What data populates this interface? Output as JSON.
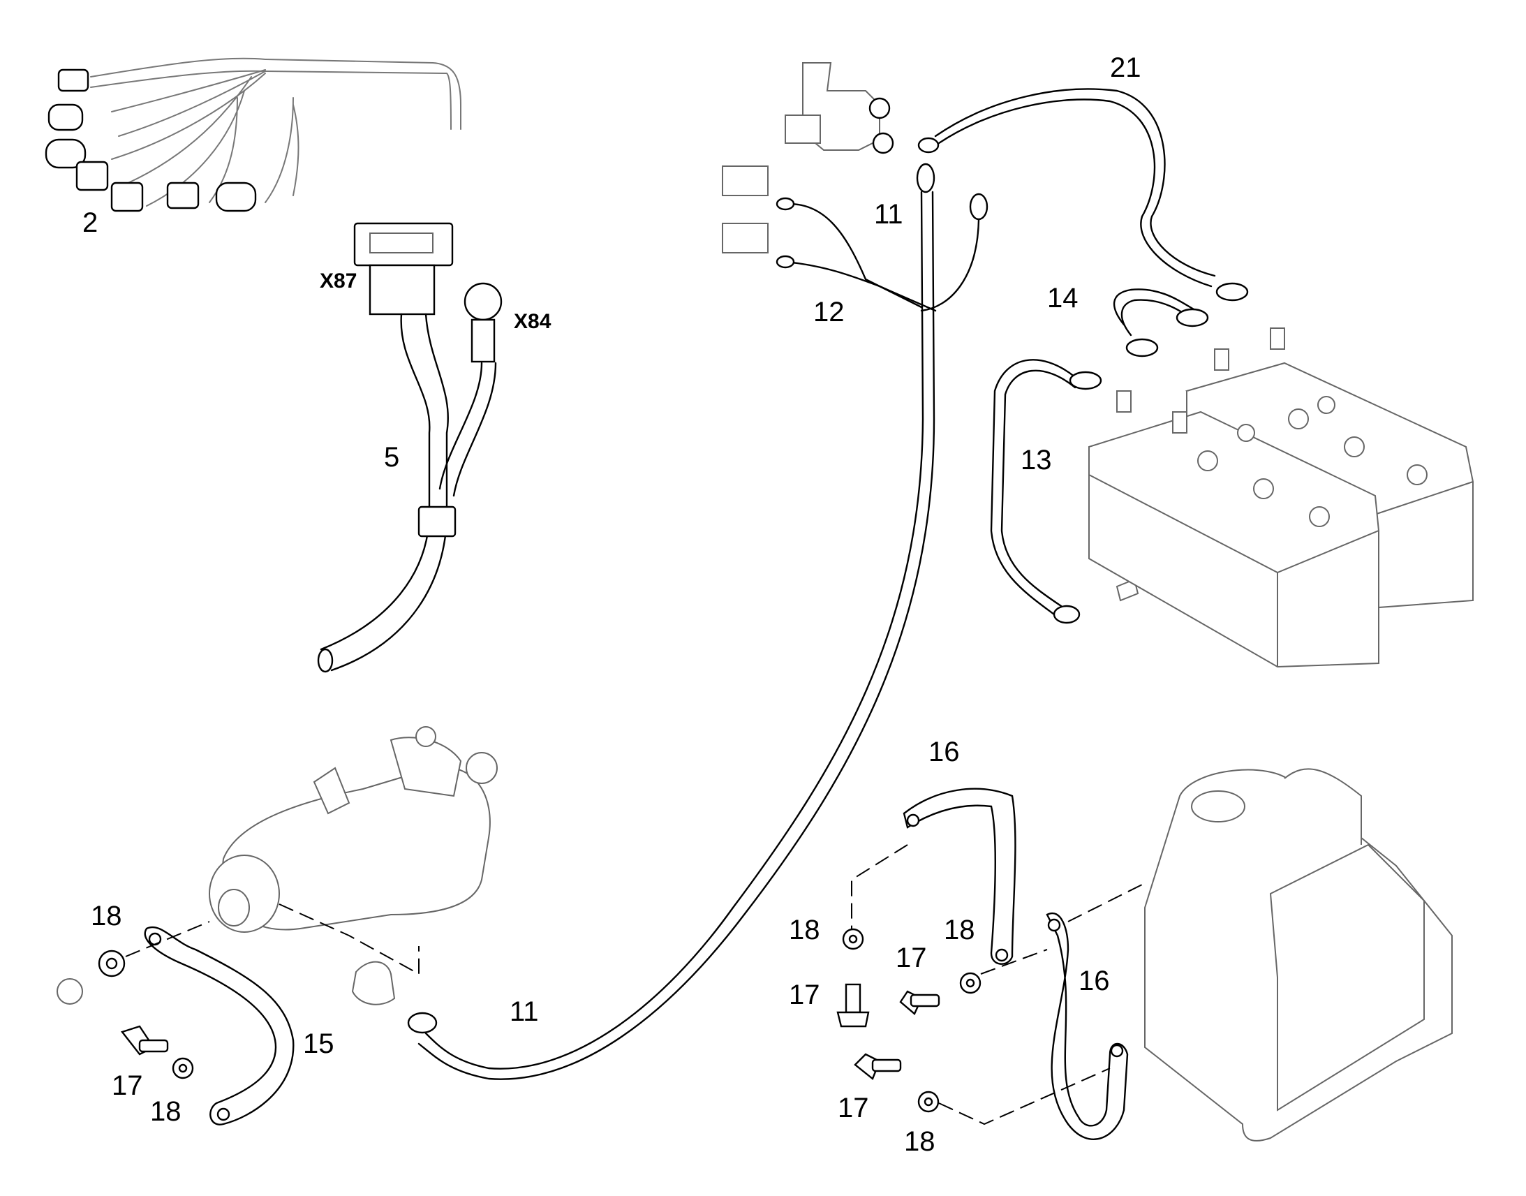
{
  "labels": {
    "p2": "2",
    "p5": "5",
    "p11_top": "11",
    "p11_bottom": "11",
    "p12": "12",
    "p13": "13",
    "p14": "14",
    "p15": "15",
    "p16_top": "16",
    "p16_right": "16",
    "p17_left": "17",
    "p17_mid_a": "17",
    "p17_mid_b": "17",
    "p17_mid_c": "17",
    "p18_left_a": "18",
    "p18_left_b": "18",
    "p18_mid_a": "18",
    "p18_mid_b": "18",
    "p18_mid_c": "18",
    "p21": "21",
    "x87": "X87",
    "x84": "X84"
  }
}
